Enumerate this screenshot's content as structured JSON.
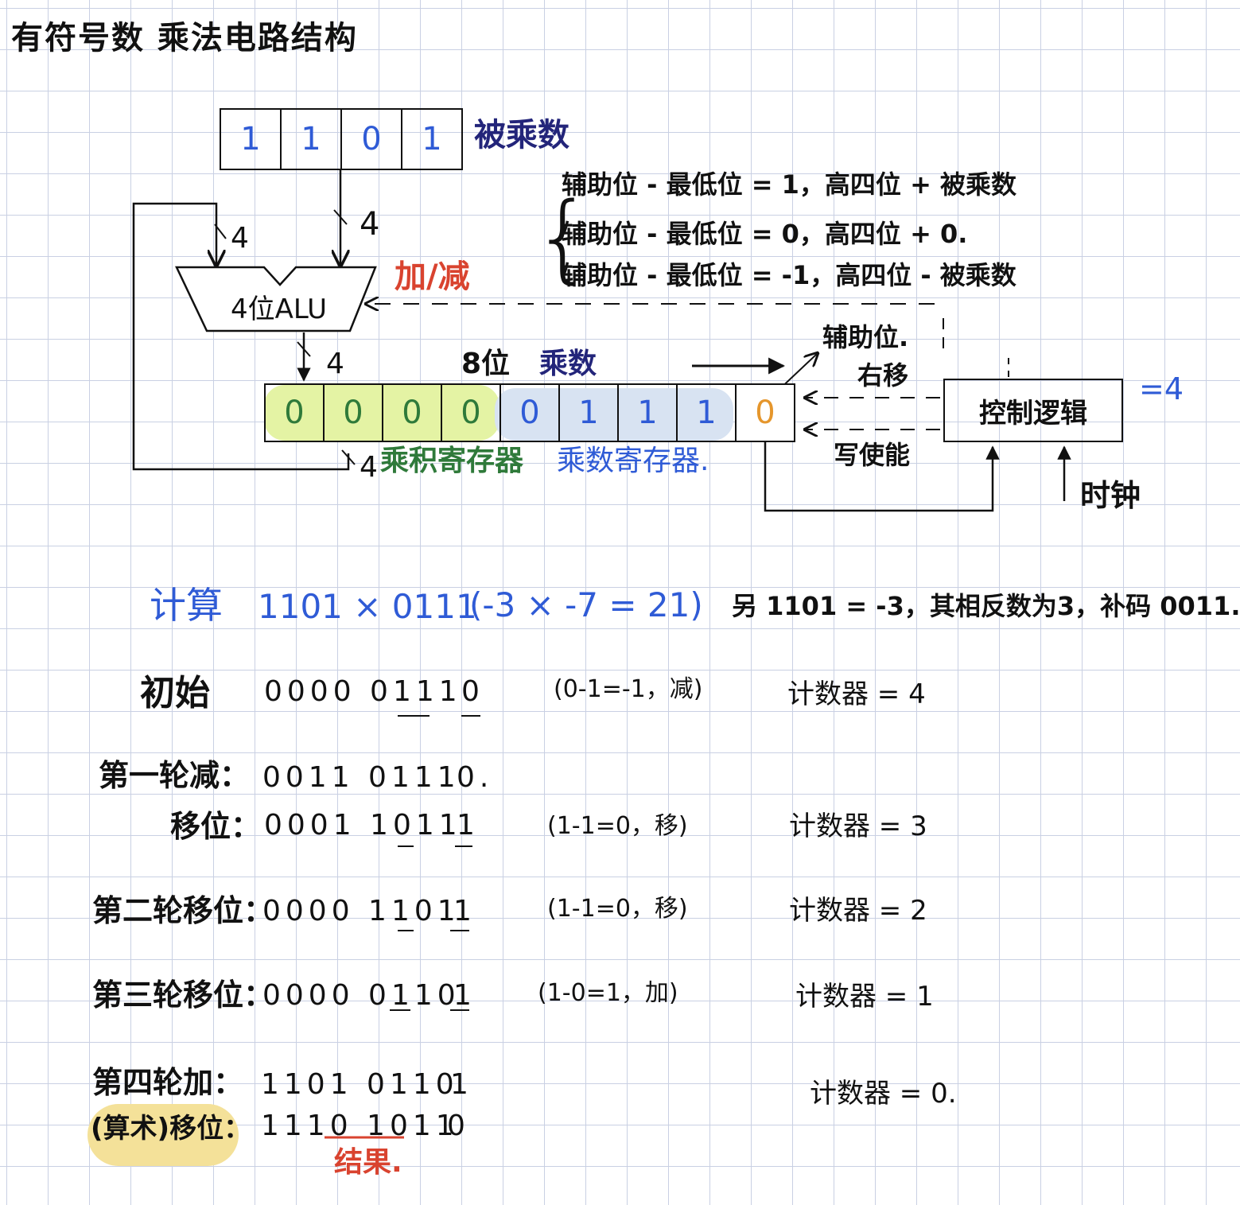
{
  "title": "有符号数 乘法电路结构",
  "diagram": {
    "multiplicand_bits": [
      "1",
      "1",
      "0",
      "1"
    ],
    "multiplicand_label": "被乘数",
    "alu_label": "4位ALU",
    "add_sub_label": "加/减",
    "bus_width": "4",
    "rules": [
      "辅助位 - 最低位 = 1，高四位 + 被乘数",
      "辅助位 - 最低位 = 0，高四位 + 0.",
      "辅助位 - 最低位 = -1，高四位 - 被乘数"
    ],
    "multiplier_width_label": "8位",
    "multiplier_label": "乘数",
    "register_bits": [
      "0",
      "0",
      "0",
      "0",
      "0",
      "1",
      "1",
      "1"
    ],
    "aux_bit": "0",
    "aux_label": "辅助位.",
    "shift_right_label": "右移",
    "write_enable_label": "写使能",
    "control_label": "控制逻辑",
    "counter_init": "=4",
    "clock_label": "时钟",
    "product_reg_label": "乘积寄存器",
    "multiplier_reg_label": "乘数寄存器."
  },
  "calc": {
    "heading": "计算",
    "expression": "1101 × 0111",
    "decimal": "(-3 × -7 = 21)",
    "side_note": "另 1101 = -3，其相反数为3，补码 0011."
  },
  "steps": [
    {
      "label": "初始",
      "bits": "0000 0111",
      "aux": "0",
      "note": "(0-1=-1，减)",
      "counter": "计数器 = 4"
    },
    {
      "label": "第一轮减：",
      "bits": "0011 0111",
      "aux": "0.",
      "note": "",
      "counter": ""
    },
    {
      "label": "移位：",
      "bits": "0001 1011",
      "aux": "1",
      "note": "(1-1=0，移)",
      "counter": "计数器 = 3"
    },
    {
      "label": "第二轮移位：",
      "bits": "0000 1101",
      "aux": "1",
      "note": "(1-1=0，移)",
      "counter": "计数器 = 2"
    },
    {
      "label": "第三轮移位：",
      "bits": "0000 0110",
      "aux": "1",
      "note": "(1-0=1，加)",
      "counter": "计数器 = 1"
    },
    {
      "label": "第四轮加：",
      "bits": "1101 0110",
      "aux": "1",
      "note": "",
      "counter": "计数器 = 0."
    },
    {
      "label": "(算术)移位：",
      "bits": "1110 1011",
      "aux": "0",
      "note": "",
      "counter": ""
    }
  ],
  "result_label": "结果."
}
